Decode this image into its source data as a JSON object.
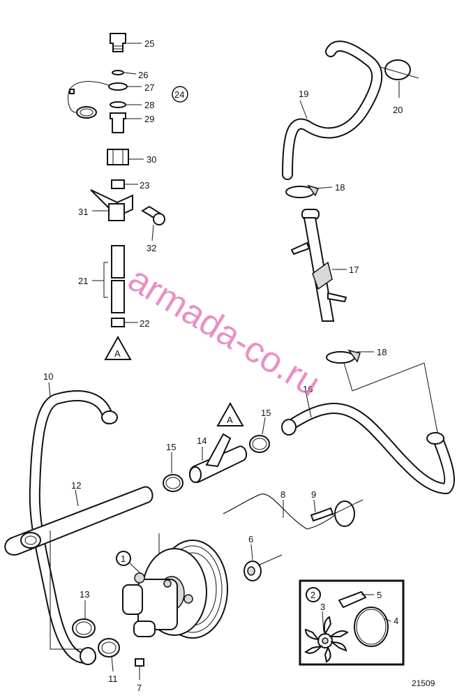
{
  "callouts": {
    "c1": "1",
    "c2": "2",
    "c3": "3",
    "c4": "4",
    "c5": "5",
    "c6": "6",
    "c7": "7",
    "c8": "8",
    "c9": "9",
    "c10": "10",
    "c11": "11",
    "c12": "12",
    "c13": "13",
    "c14": "14",
    "c15a": "15",
    "c15b": "15",
    "c16": "16",
    "c17": "17",
    "c18a": "18",
    "c18b": "18",
    "c19": "19",
    "c20": "20",
    "c21": "21",
    "c22": "22",
    "c23": "23",
    "c24": "24",
    "c25": "25",
    "c26": "26",
    "c27": "27",
    "c28": "28",
    "c29": "29",
    "c30": "30",
    "c31": "31",
    "c32": "32"
  },
  "markers": {
    "a_upper": "A",
    "a_lower": "A"
  },
  "watermark": "armada-co.ru",
  "figure_number": "21509"
}
